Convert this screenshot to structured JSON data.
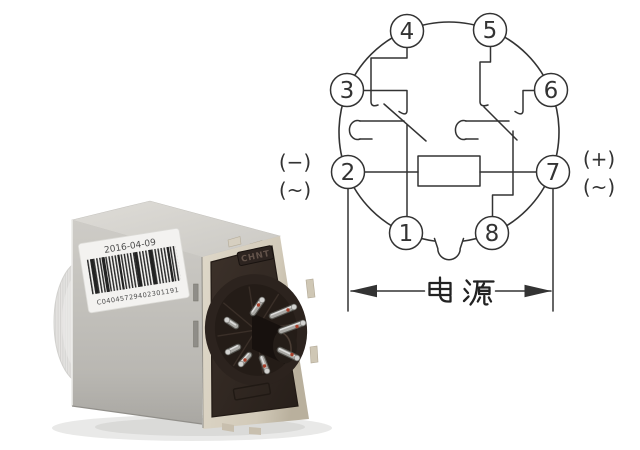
{
  "page": {
    "background": "#ffffff"
  },
  "photo": {
    "brand_logo": "CHNT",
    "label_date": "2016-04-09",
    "label_barcode_number": "C04045729402301191",
    "body_color": "#c6c4bf",
    "frame_color": "#d8d1c2",
    "panel_color": "#342b25"
  },
  "diagram": {
    "line_color": "#333333",
    "pins": [
      "1",
      "2",
      "3",
      "4",
      "5",
      "6",
      "7",
      "8"
    ],
    "left_terminal": [
      "(−)",
      "(~)"
    ],
    "right_terminal": [
      "(+)",
      "(~)"
    ],
    "power_label": "电 源"
  }
}
